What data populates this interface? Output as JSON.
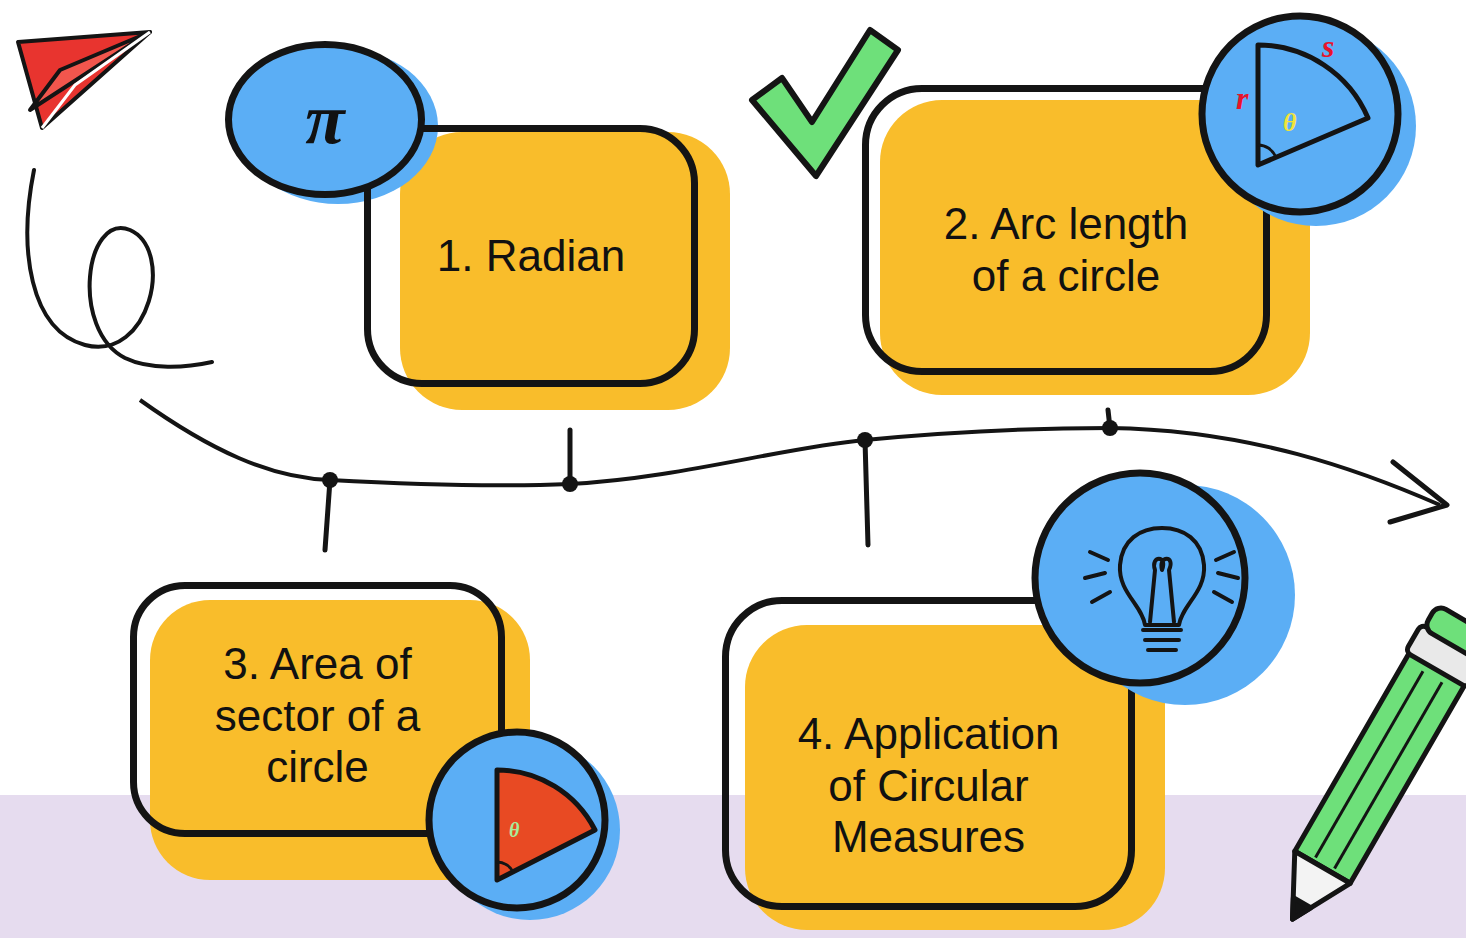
{
  "diagram": {
    "nodes": [
      {
        "text": [
          "π"
        ]
      },
      {
        "text": [
          "1. Radian"
        ]
      },
      {
        "text": [
          "2. Arc length of a circle"
        ]
      },
      {
        "text": [
          "3. Area of sector of a circle"
        ]
      },
      {
        "text": [
          "4. Application of Circular Measures"
        ]
      }
    ],
    "labels": [
      "r",
      "s",
      "θ",
      "θ"
    ]
  }
}
